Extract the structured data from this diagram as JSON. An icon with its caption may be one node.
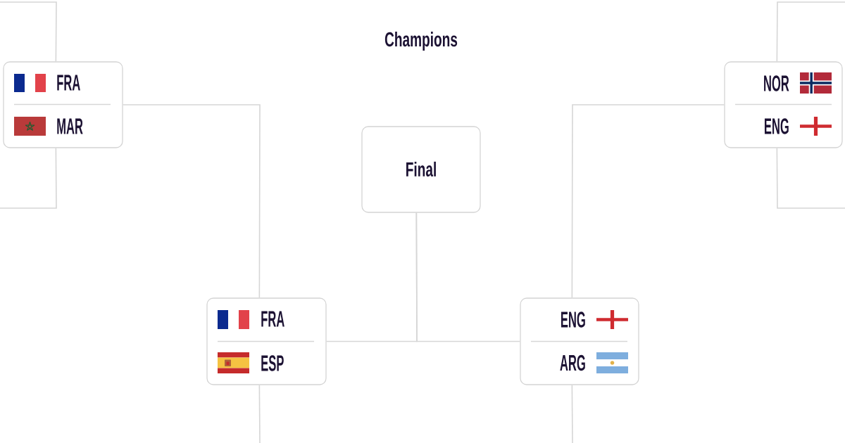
{
  "diagram": {
    "title": "Champions",
    "nodes": [
      {
        "text": [
          "FRA",
          "MAR"
        ]
      },
      {
        "text": [
          "NOR",
          "ENG"
        ]
      },
      {
        "text": [
          "Final"
        ]
      },
      {
        "text": [
          "FRA",
          "ESP"
        ]
      },
      {
        "text": [
          "ENG",
          "ARG"
        ]
      }
    ],
    "edges": [
      {
        "from": null,
        "to": 0,
        "arrow": "none"
      },
      {
        "from": null,
        "to": 0,
        "arrow": "none"
      },
      {
        "from": 0,
        "to": 3,
        "arrow": "none"
      },
      {
        "from": null,
        "to": 1,
        "arrow": "none"
      },
      {
        "from": null,
        "to": 1,
        "arrow": "none"
      },
      {
        "from": 1,
        "to": 4,
        "arrow": "none"
      },
      {
        "from": 3,
        "to": 2,
        "arrow": "none"
      },
      {
        "from": 4,
        "to": 2,
        "arrow": "none"
      },
      {
        "from": null,
        "to": 3,
        "arrow": "none"
      },
      {
        "from": null,
        "to": 4,
        "arrow": "none"
      }
    ]
  }
}
